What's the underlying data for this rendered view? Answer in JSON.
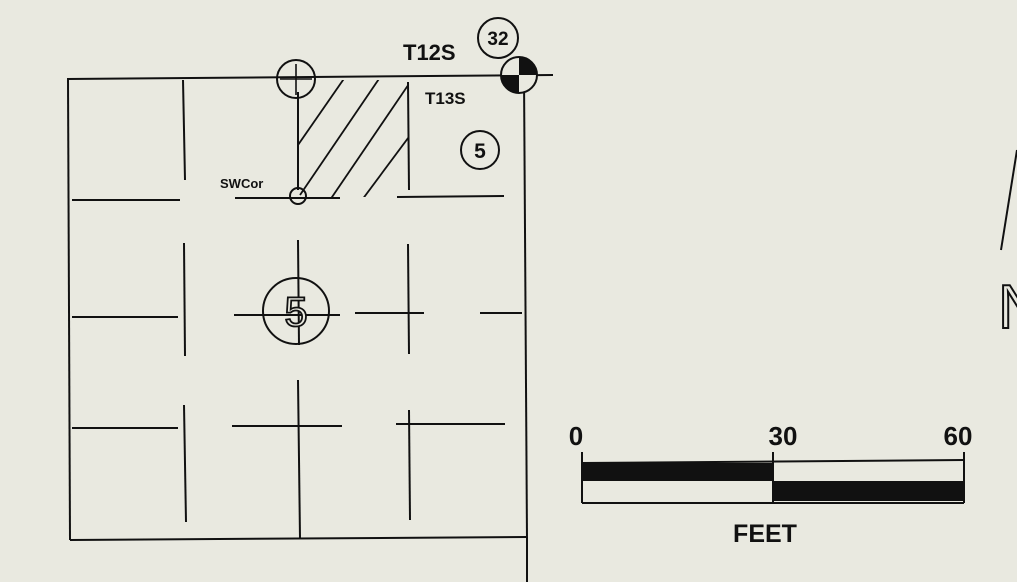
{
  "township_north": "T12S",
  "township_south": "T13S",
  "section_north": "32",
  "section_main": "5",
  "section_small": "5",
  "corner_label": "SWCor",
  "scale": {
    "ticks": [
      "0",
      "30",
      "60"
    ],
    "unit": "FEET"
  },
  "edge_glyph": "N",
  "colors": {
    "background": "#e9e9e0",
    "ink": "#111111"
  }
}
